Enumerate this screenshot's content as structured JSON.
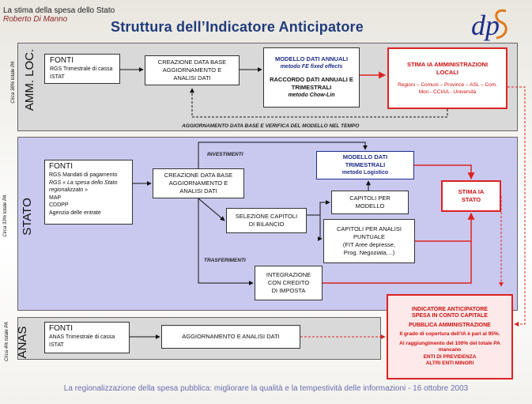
{
  "header": {
    "deck_title": "La stima della spesa dello Stato",
    "author": "Roberto Di Manno",
    "slide_title": "Struttura dell’Indicatore Anticipatore"
  },
  "sections": {
    "amm_loc": {
      "label": "AMM. LOC.",
      "share": "Circa 38% totale PA",
      "fonti_title": "FONTI",
      "fonti_lines": [
        "RGS Trimestrale di cassa",
        "ISTAT"
      ],
      "db_box": [
        "CREAZIONE DATA BASE",
        "AGGIORNAMENTO E",
        "ANALISI DATI"
      ],
      "model_title": "MODELLO DATI ANNUALI",
      "model_sub": "metodo FE fixed effects",
      "raccordo_title": "RACCORDO DATI ANNUALI E TRIMESTRALI",
      "raccordo_sub": "metodo Chow-Lin",
      "stima_title": "STIMA IA AMMINISTRAZIONI LOCALI",
      "stima_sub": "Regioni – Comuni – Province – ASL – Com. Mon.- CCIAA - Università",
      "loop_label": "AGGIORNAMENTO DATA BASE E VERIFICA DEL MODELLO  NEL TEMPO"
    },
    "stato": {
      "label": "STATO",
      "share": "Circa 33% totale PA",
      "fonti_title": "FONTI",
      "fonti_line1": "RGS Mandati di pagamento",
      "fonti_line2": "RGS « La spesa dello Stato regionalizzato »",
      "fonti_line3": "MAP",
      "fonti_line4": "CDDPP",
      "fonti_line5": "Agenzia delle entrate",
      "db_box": [
        "CREAZIONE DATA BASE",
        "AGGIORNAMENTO E",
        "ANALISI DATI"
      ],
      "investimenti": "INVESTIMENTI",
      "trasferimenti": "TRASFERIMENTI",
      "model_title": "MODELLO DATI TRIMESTRALI",
      "model_sub": "metodo Logistico",
      "selezione": [
        "SELEZIONE CAPITOLI",
        "DI BILANCIO"
      ],
      "capitoli_modello": [
        "CAPITOLI PER",
        "MODELLO"
      ],
      "capitoli_puntuale": [
        "CAPITOLI PER ANALISI",
        "PUNTUALE",
        "(FIT Aree depresse,",
        "Prog. Negoziata, ..)"
      ],
      "integrazione": [
        "INTEGRAZIONE",
        "CON CREDITO",
        "DI IMPOSTA"
      ],
      "stima": [
        "STIMA IA",
        "STATO"
      ]
    },
    "anas": {
      "label": "ANAS",
      "share": "Circa 4% totale PA",
      "fonti_title": "FONTI",
      "fonti_lines": [
        "ANAS Trimestrale di cassa",
        "ISTAT"
      ],
      "db_box": "AGGIORNAMENTO E ANALISI DATI"
    }
  },
  "indicatore": {
    "line1": "INDICATORE ANTICIPATORE",
    "line2": "SPESA IN CONTO CAPITALE",
    "line3": "PUBBLICA AMMINISTRAZIONE",
    "line4": "Il grado di copertura dell’IA è pari al 95%.",
    "line5": "Al raggiungimento del 100% del totale PA mancano",
    "line6": "ENTI DI PREVIDENZA",
    "line7": "ALTRI ENTI MINORI"
  },
  "footer": "La regionalizzazione della spesa pubblica: migliorare la qualità e la tempestività delle informazioni - 16 ottobre 2003",
  "colors": {
    "accent_red": "#dd2222",
    "navy": "#1f2e8a",
    "band_gray": "#d9d9d9",
    "band_blue": "#c9c9f0"
  }
}
